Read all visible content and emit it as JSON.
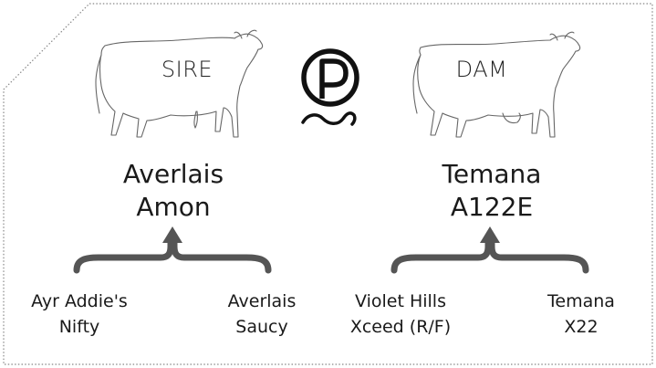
{
  "sire": {
    "role": "SIRE",
    "name_line1": "Averlais",
    "name_line2": "Amon",
    "parents": [
      {
        "line1": "Ayr Addie's",
        "line2": "Nifty"
      },
      {
        "line1": "Averlais",
        "line2": "Saucy"
      }
    ]
  },
  "dam": {
    "role": "DAM",
    "name_line1": "Temana",
    "name_line2": "A122E",
    "parents": [
      {
        "line1": "Violet Hills",
        "line2": "Xceed (R/F)"
      },
      {
        "line1": "Temana",
        "line2": "X22"
      }
    ]
  },
  "logo": {
    "letter": "P",
    "icon": "polled-icon"
  },
  "colors": {
    "bracket": "#555555",
    "border": "#888888",
    "outline": "#666666",
    "text": "#1a1a1a"
  }
}
